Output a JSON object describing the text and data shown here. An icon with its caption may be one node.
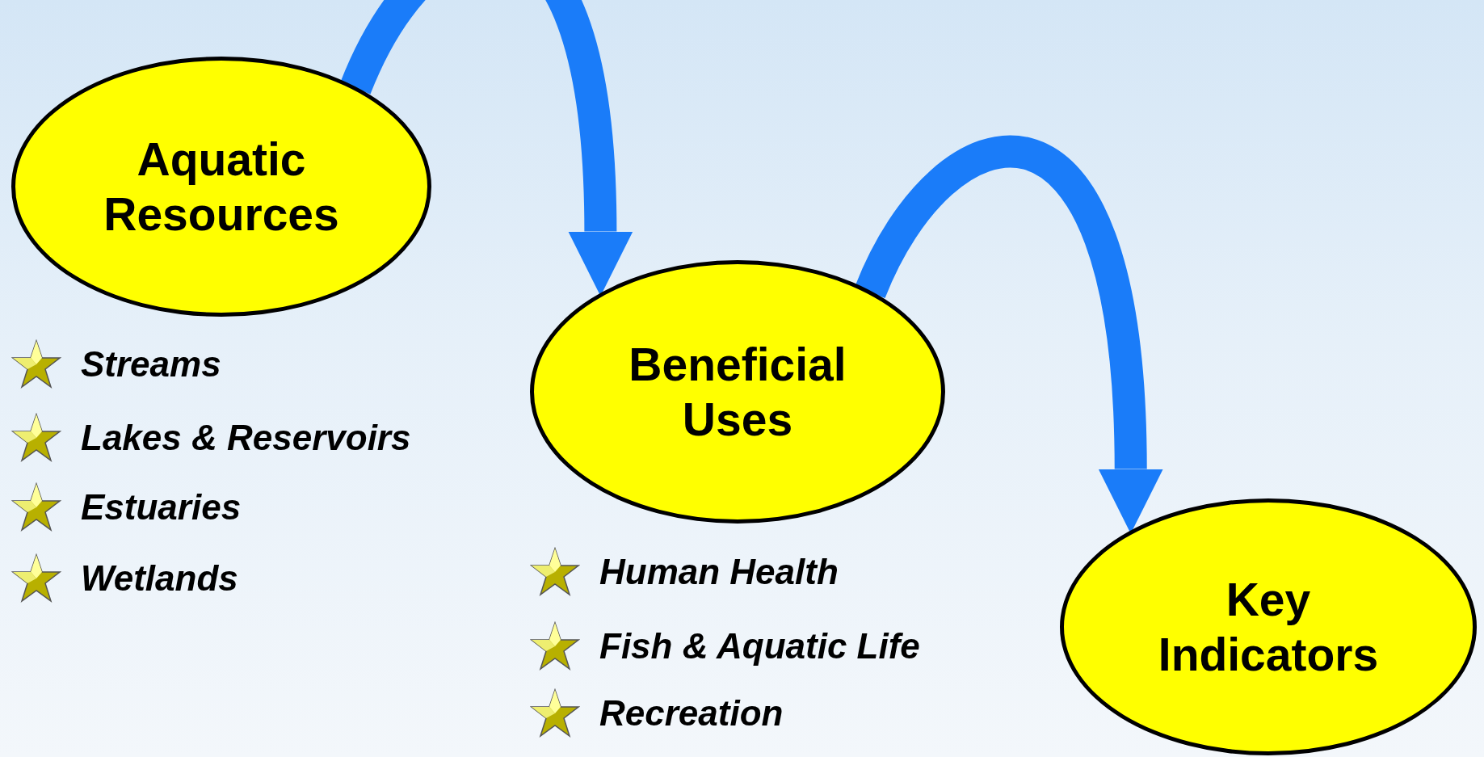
{
  "diagram": {
    "nodes": [
      {
        "text": [
          "Aquatic Resources"
        ],
        "beside": [
          "Streams",
          "Lakes & Reservoirs",
          "Estuaries",
          "Wetlands"
        ]
      },
      {
        "text": [
          "Beneficial Uses"
        ],
        "beside": [
          "Human Health",
          "Fish & Aquatic Life",
          "Recreation"
        ]
      },
      {
        "text": [
          "Key Indicators"
        ]
      }
    ],
    "edges": [
      {
        "from": 0,
        "to": 1,
        "arrow": "to"
      },
      {
        "from": 1,
        "to": 2,
        "arrow": "to"
      }
    ]
  }
}
